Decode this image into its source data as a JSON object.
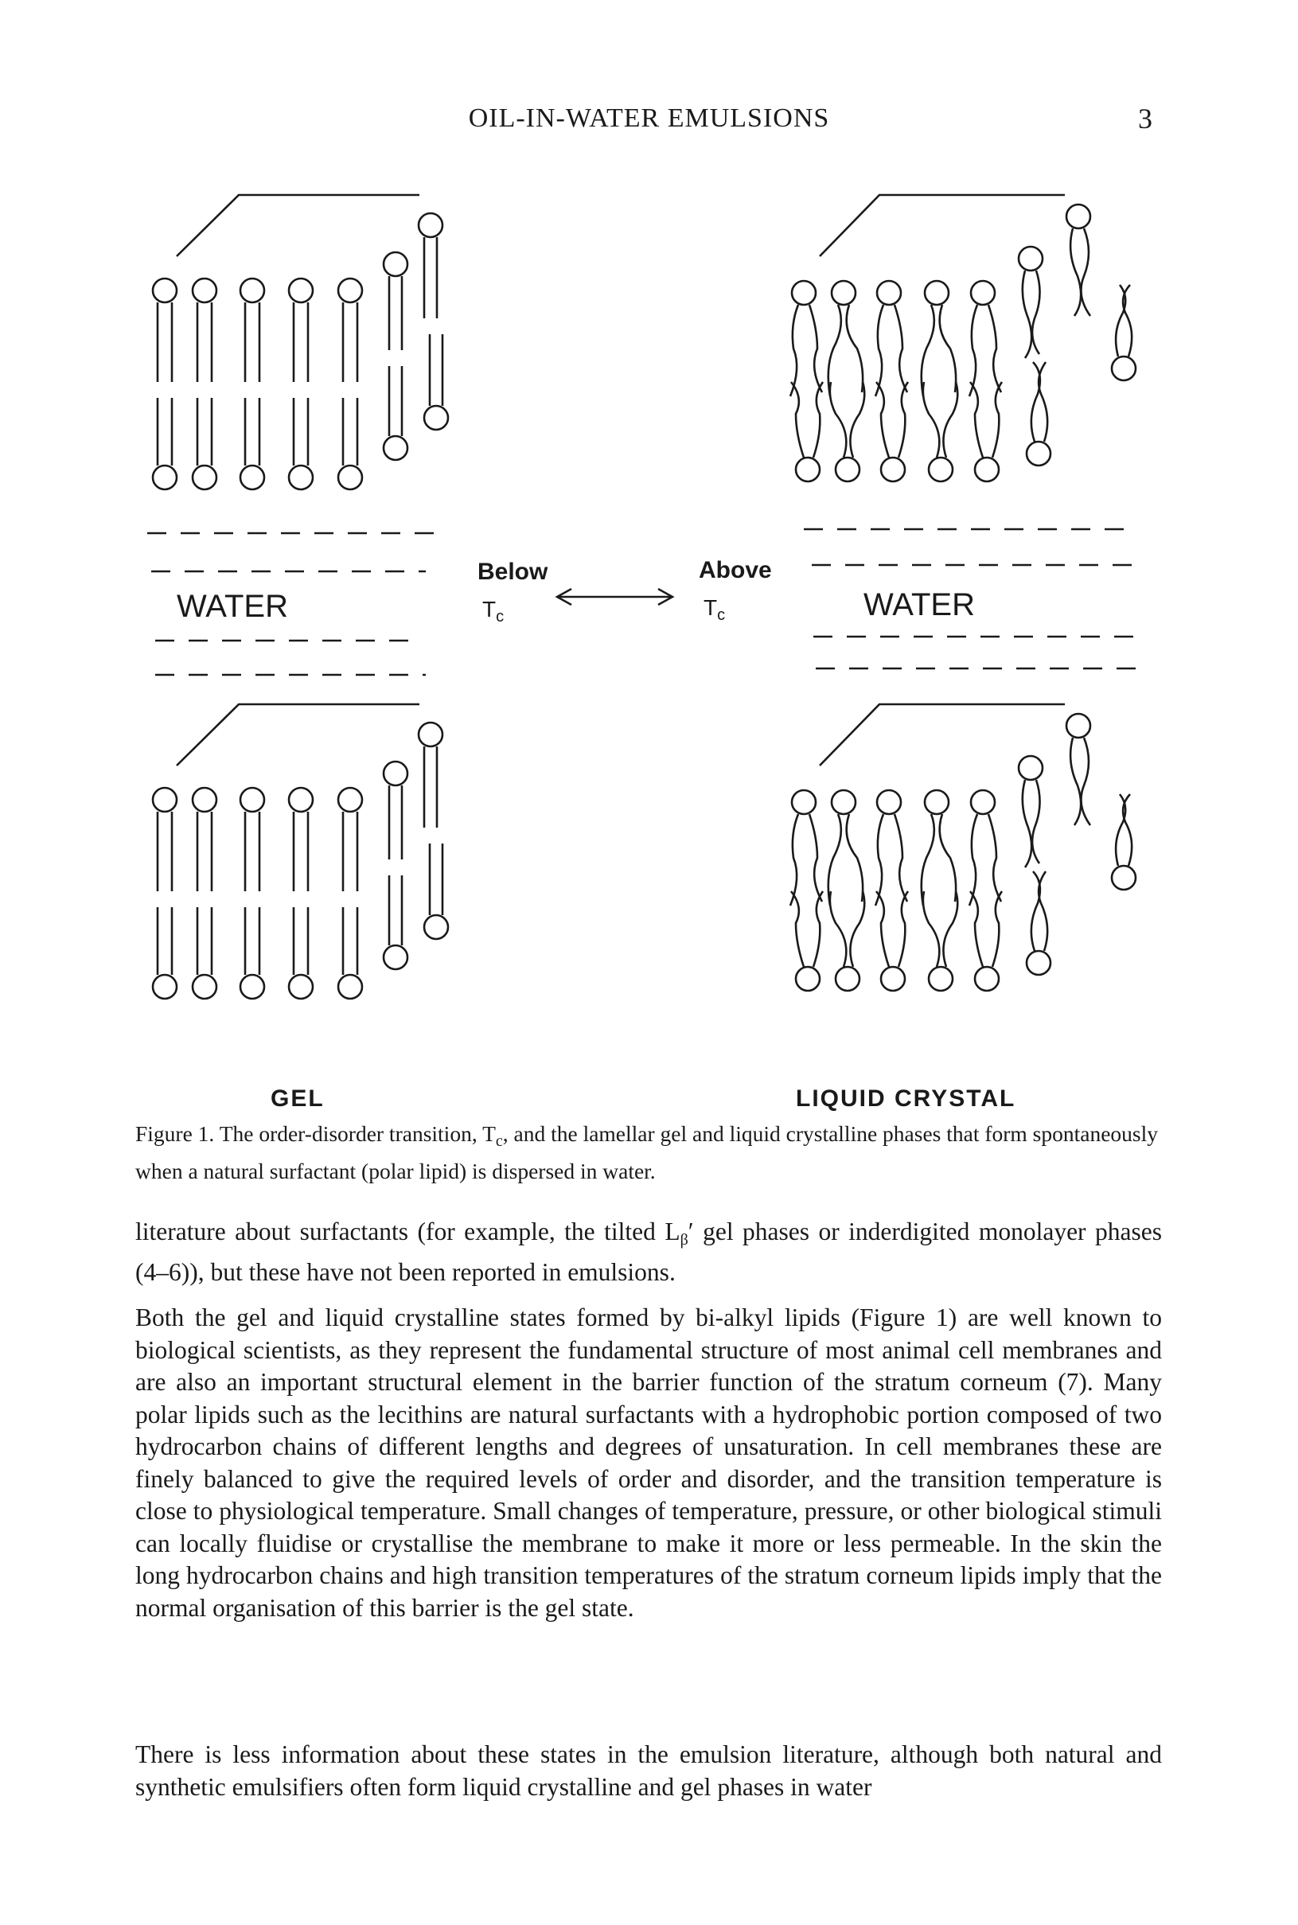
{
  "header": {
    "running_title": "OIL-IN-WATER EMULSIONS",
    "page_number": "3"
  },
  "figure": {
    "water_left": "WATER",
    "water_right": "WATER",
    "below_label": "Below",
    "above_label": "Above",
    "tc_symbol": "Tc",
    "gel_label": "GEL",
    "liquid_crystal_label": "LIQUID CRYSTAL",
    "caption_tag": "Figure 1.",
    "caption_text_1": " The order-disorder transition, T",
    "caption_sub": "c",
    "caption_text_2": ", and the lamellar gel and liquid crystalline phases that form spontaneously when a natural surfactant (polar lipid) is dispersed in water."
  },
  "body": {
    "para1_a": "literature about surfactants (for example, the tilted L",
    "para1_sub": "β",
    "para1_b": "′ gel phases or inderdigited monolayer phases (4–6)), but these have not been reported in emulsions.",
    "para2": "Both the gel and liquid crystalline states formed by bi-alkyl lipids (Figure 1) are well known to biological scientists, as they represent the fundamental structure of most animal cell membranes and are also an important structural element in the barrier function of the stratum corneum (7). Many polar lipids such as the lecithins are natural surfactants with a hydrophobic portion composed of two hydrocarbon chains of different lengths and degrees of unsaturation. In cell membranes these are finely balanced to give the required levels of order and disorder, and the transition temperature is close to physiological temperature. Small changes of temperature, pressure, or other biological stimuli can locally fluidise or crystallise the membrane to make it more or less permeable. In the skin the long hydrocarbon chains and high transition temperatures of the stratum corneum lipids imply that the normal organisation of this barrier is the gel state.",
    "para3": "There is less information about these states in the emulsion literature, although both natural and synthetic emulsifiers often form liquid crystalline and gel phases in water"
  }
}
